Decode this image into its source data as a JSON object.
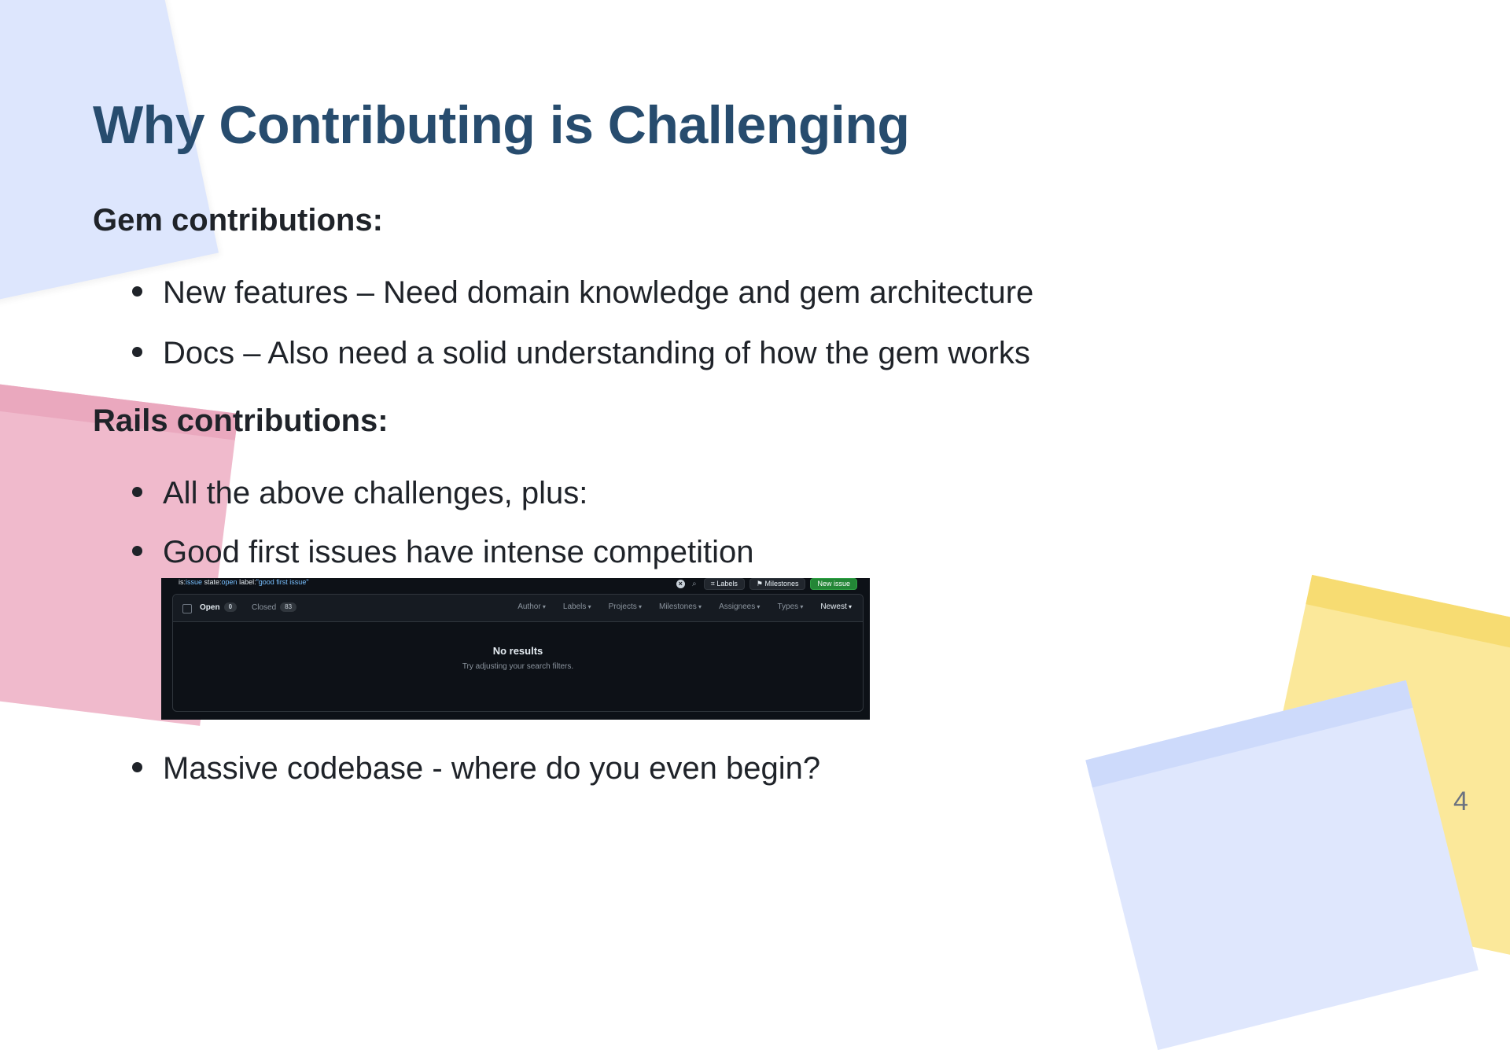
{
  "slide": {
    "title": "Why Contributing is Challenging",
    "page_number": "4",
    "sections": [
      {
        "heading": "Gem contributions:",
        "bullets": [
          "New features – Need domain knowledge and gem architecture",
          "Docs – Also need a solid understanding of how the gem works"
        ]
      },
      {
        "heading": "Rails contributions:",
        "bullets": [
          "All the above challenges, plus:",
          "Good first issues have intense competition",
          "Massive codebase - where do you even begin?"
        ]
      }
    ]
  },
  "github": {
    "query_prefix": "is:",
    "query_issue": "issue",
    "query_state": " state:",
    "query_open": "open",
    "query_label": " label:",
    "query_label_value": "\"good first issue\"",
    "labels_button": "Labels",
    "milestones_button": "Milestones",
    "new_issue_button": "New issue",
    "open_label": "Open",
    "open_count": "0",
    "closed_label": "Closed",
    "closed_count": "83",
    "filters": [
      "Author",
      "Labels",
      "Projects",
      "Milestones",
      "Assignees",
      "Types",
      "Newest"
    ],
    "empty_title": "No results",
    "empty_subtitle": "Try adjusting your search filters."
  },
  "colors": {
    "title": "#274c6e",
    "text": "#1f2329",
    "note_blue": "#dde6fd",
    "note_pink": "#f0bacc",
    "note_yellow": "#fbe89a",
    "github_bg": "#0d1117",
    "github_green": "#238636"
  }
}
